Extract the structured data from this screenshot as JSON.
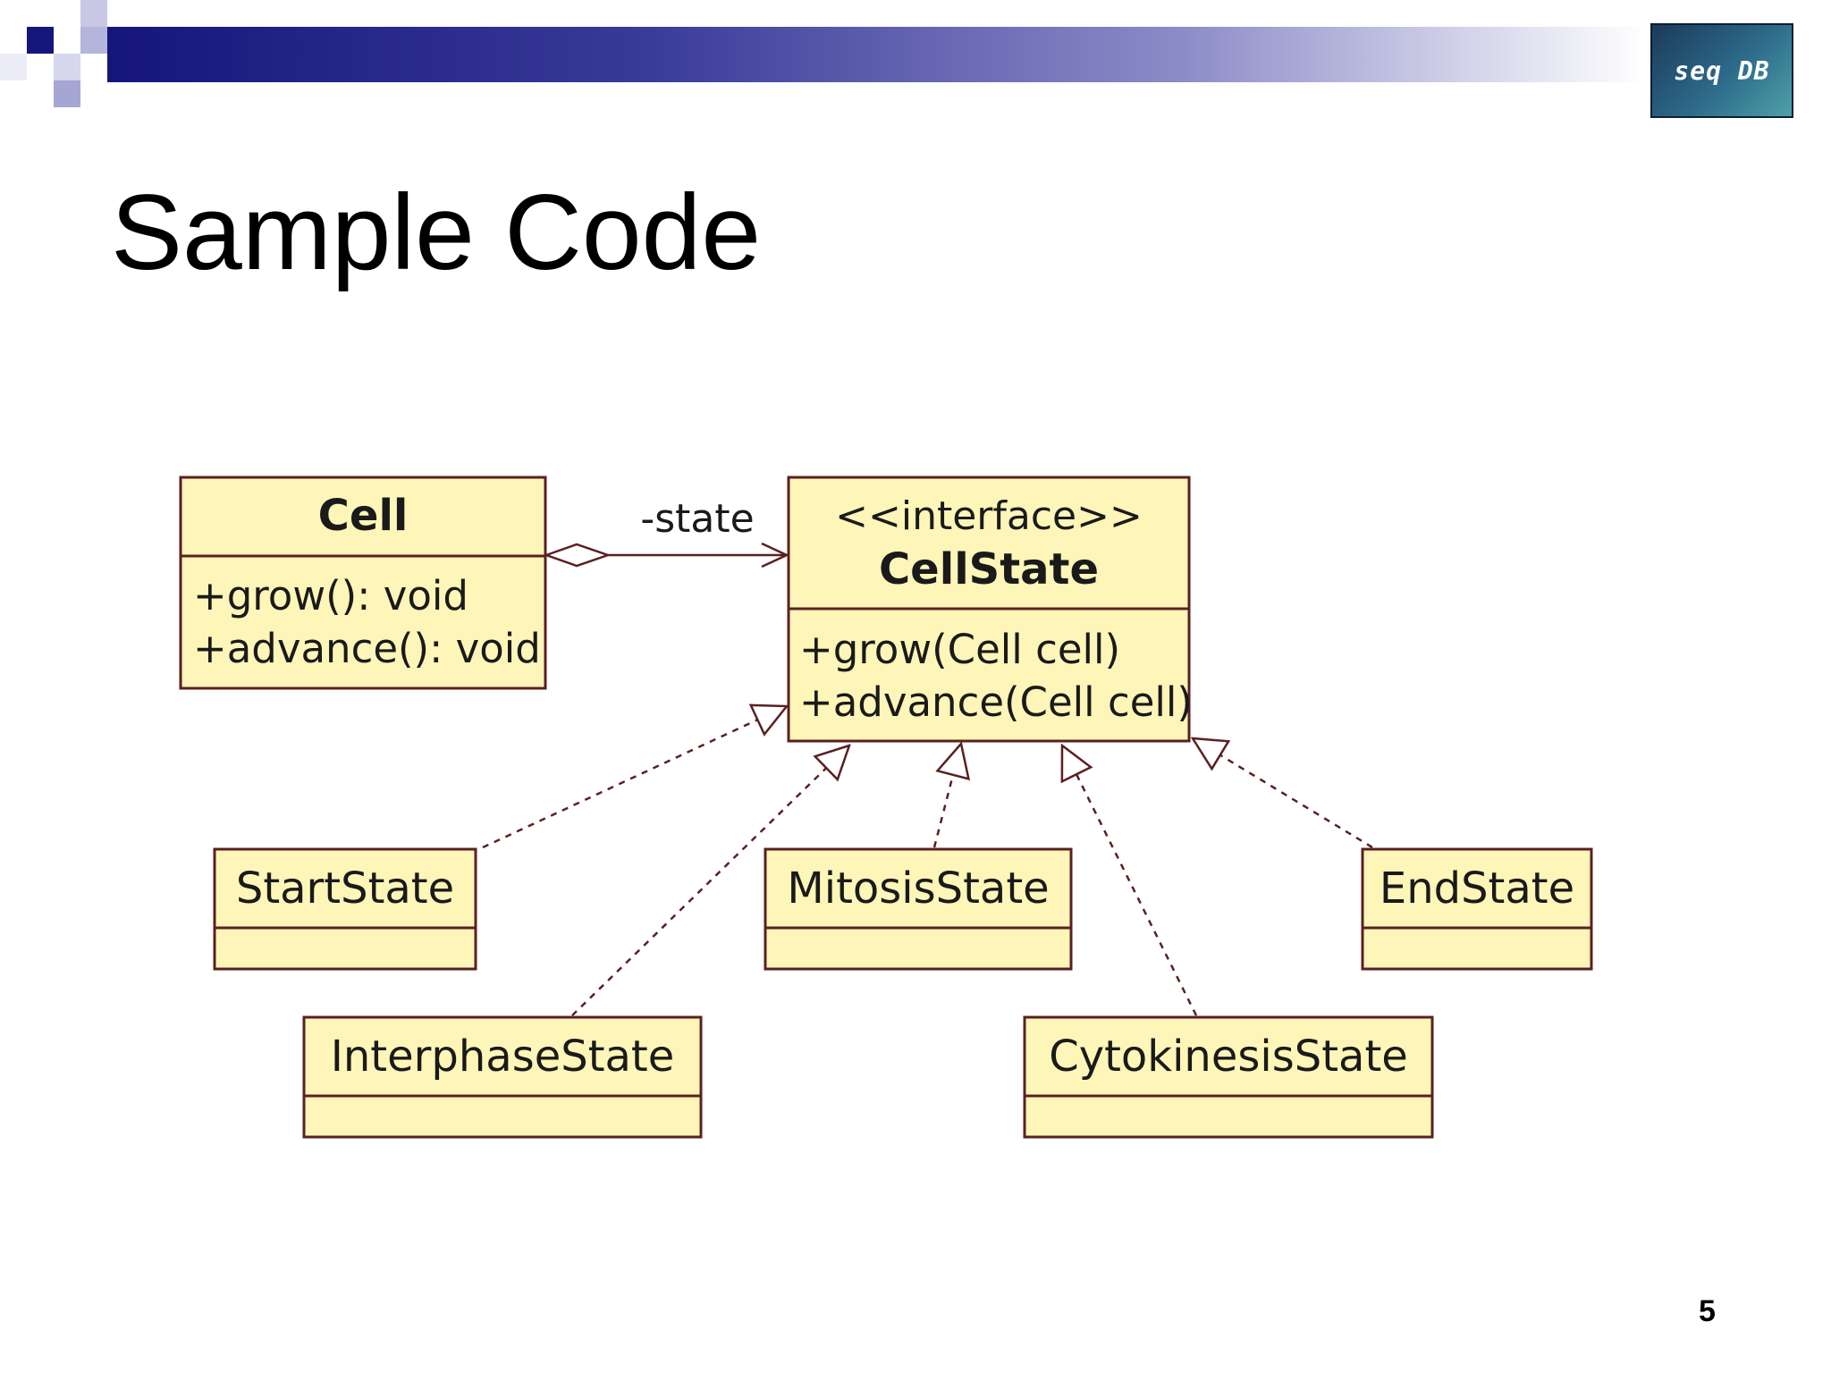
{
  "slide": {
    "title": "Sample Code",
    "page_number": "5",
    "logo_text": "seq DB"
  },
  "colors": {
    "box_fill": "#fdf6b8",
    "box_border": "#5a2020",
    "line": "#5a2020",
    "title_bar_start": "#16157a",
    "title_bar_end": "#ffffff"
  },
  "diagram": {
    "association": {
      "label": "-state",
      "from": "Cell",
      "to": "CellState",
      "source_end": "hollow-diamond",
      "target_end": "open-arrow"
    },
    "classes": {
      "cell": {
        "name": "Cell",
        "methods": [
          "+grow(): void",
          "+advance(): void"
        ]
      },
      "cellstate": {
        "stereotype": "<<interface>>",
        "name": "CellState",
        "methods": [
          "+grow(Cell cell)",
          "+advance(Cell cell)"
        ]
      },
      "startstate": {
        "name": "StartState"
      },
      "mitosisstate": {
        "name": "MitosisState"
      },
      "endstate": {
        "name": "EndState"
      },
      "interphasestate": {
        "name": "InterphaseState"
      },
      "cytokinesisstate": {
        "name": "CytokinesisState"
      }
    },
    "realizations": [
      {
        "from": "StartState",
        "to": "CellState"
      },
      {
        "from": "InterphaseState",
        "to": "CellState"
      },
      {
        "from": "MitosisState",
        "to": "CellState"
      },
      {
        "from": "CytokinesisState",
        "to": "CellState"
      },
      {
        "from": "EndState",
        "to": "CellState"
      }
    ]
  }
}
